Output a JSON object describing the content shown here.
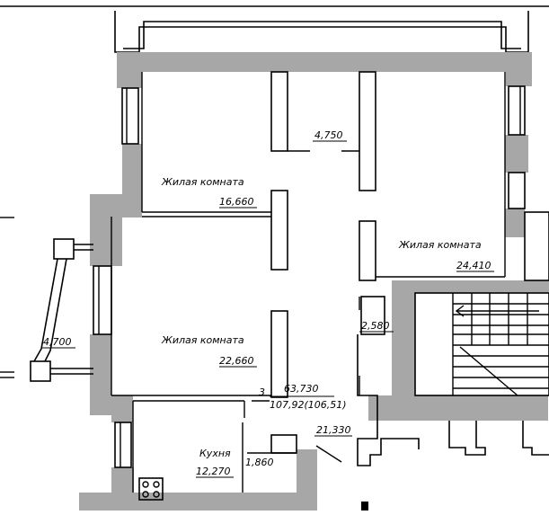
{
  "plan": {
    "apartment_number": "3",
    "living_area": "63,730",
    "total_area": "107,92(106,51)",
    "rooms": [
      {
        "label": "Жилая комната",
        "area": "16,660"
      },
      {
        "label": "Жилая комната",
        "area": "24,410"
      },
      {
        "label": "Жилая комната",
        "area": "22,660"
      },
      {
        "label": "Кухня",
        "area": "12,270"
      }
    ],
    "spaces": [
      {
        "area": "4,750"
      },
      {
        "area": "2,580"
      },
      {
        "area": "21,330"
      },
      {
        "area": "1,860"
      },
      {
        "area": "4,700"
      }
    ],
    "colors": {
      "wall": "#a7a7a7",
      "line": "#000000",
      "background": "#ffffff"
    },
    "icons": [
      "stove-icon",
      "staircase-icon",
      "window-icon",
      "door-icon"
    ]
  }
}
